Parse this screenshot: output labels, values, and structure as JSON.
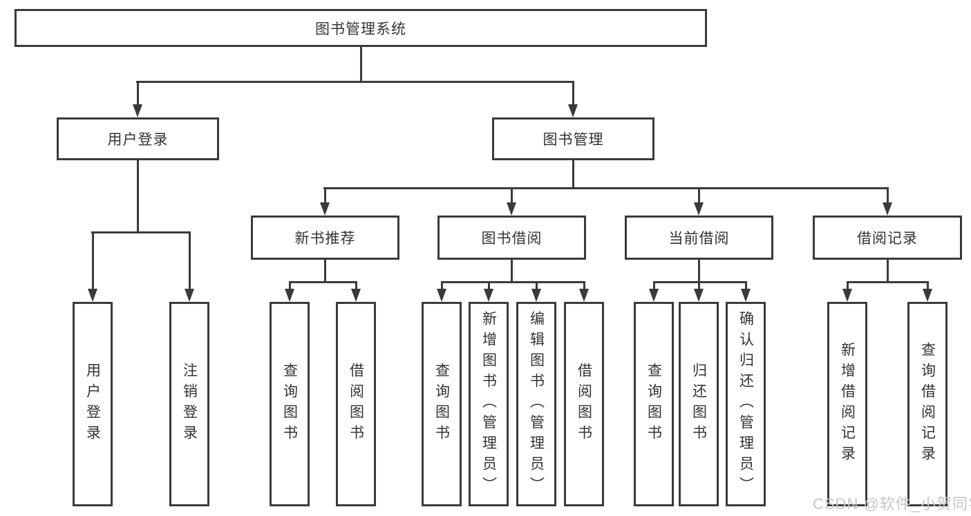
{
  "diagram": {
    "root": {
      "label": "图书管理系统"
    },
    "level2": [
      {
        "label": "用户登录"
      },
      {
        "label": "图书管理"
      }
    ],
    "level3": [
      {
        "label": "新书推荐",
        "parent": "图书管理"
      },
      {
        "label": "图书借阅",
        "parent": "图书管理"
      },
      {
        "label": "当前借阅",
        "parent": "图书管理"
      },
      {
        "label": "借阅记录",
        "parent": "图书管理"
      }
    ],
    "leaves": [
      {
        "label": "用户登录",
        "parent": "用户登录"
      },
      {
        "label": "注销登录",
        "parent": "用户登录"
      },
      {
        "label": "查询图书",
        "parent": "新书推荐"
      },
      {
        "label": "借阅图书",
        "parent": "新书推荐"
      },
      {
        "label": "查询图书",
        "parent": "图书借阅"
      },
      {
        "label": "新增图书（管理员）",
        "parent": "图书借阅"
      },
      {
        "label": "编辑图书（管理员）",
        "parent": "图书借阅"
      },
      {
        "label": "借阅图书",
        "parent": "图书借阅"
      },
      {
        "label": "查询图书",
        "parent": "当前借阅"
      },
      {
        "label": "归还图书",
        "parent": "当前借阅"
      },
      {
        "label": "确认归还（管理员）",
        "parent": "当前借阅"
      },
      {
        "label": "新增借阅记录",
        "parent": "借阅记录"
      },
      {
        "label": "查询借阅记录",
        "parent": "借阅记录"
      }
    ],
    "colors": {
      "line": "#3a3a3a",
      "text": "#333333",
      "background": "#ffffff",
      "watermark": "#c6c6c6"
    }
  },
  "watermark": {
    "text": "CSDN @软件_小贺同学"
  }
}
